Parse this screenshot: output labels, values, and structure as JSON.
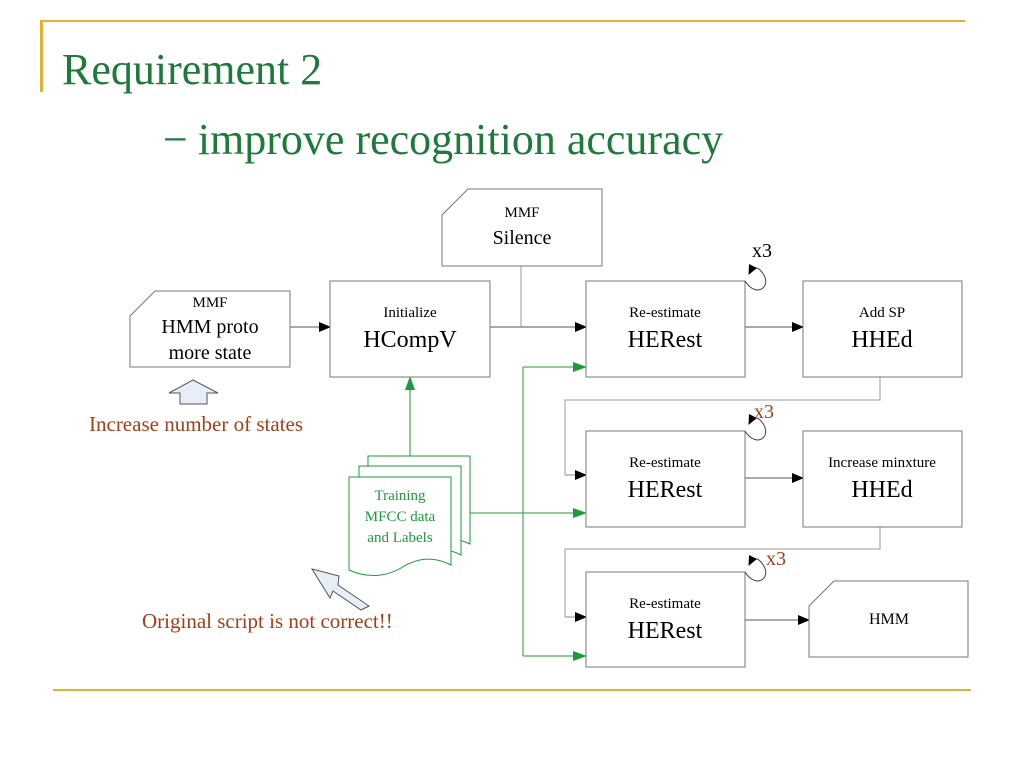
{
  "slide": {
    "title_line1": "Requirement 2",
    "title_dash": "−",
    "title_line2": "improve recognition accuracy",
    "accent_color": "#E0B23A",
    "title_color": "#1E7A3A",
    "note_color": "#A0401A"
  },
  "diagram": {
    "mmf_proto": {
      "small": "MMF",
      "big1": "HMM proto",
      "big2": "more state"
    },
    "mmf_silence": {
      "small": "MMF",
      "big": "Silence"
    },
    "hcompv": {
      "small": "Initialize",
      "big": "HCompV"
    },
    "herest1": {
      "small": "Re-estimate",
      "big": "HERest"
    },
    "hhed1": {
      "small": "Add SP",
      "big": "HHEd"
    },
    "herest2": {
      "small": "Re-estimate",
      "big": "HERest"
    },
    "hhed2": {
      "small": "Increase minxture",
      "big": "HHEd"
    },
    "herest3": {
      "small": "Re-estimate",
      "big": "HERest"
    },
    "hmm_out": {
      "label": "HMM"
    },
    "training": {
      "line1": "Training",
      "line2": "MFCC data",
      "line3": "and Labels"
    },
    "loop1": "x3",
    "loop2": "x3",
    "loop3": "x3"
  },
  "notes": {
    "increase_states": "Increase number of states",
    "original_script": "Original script is not correct!!"
  }
}
